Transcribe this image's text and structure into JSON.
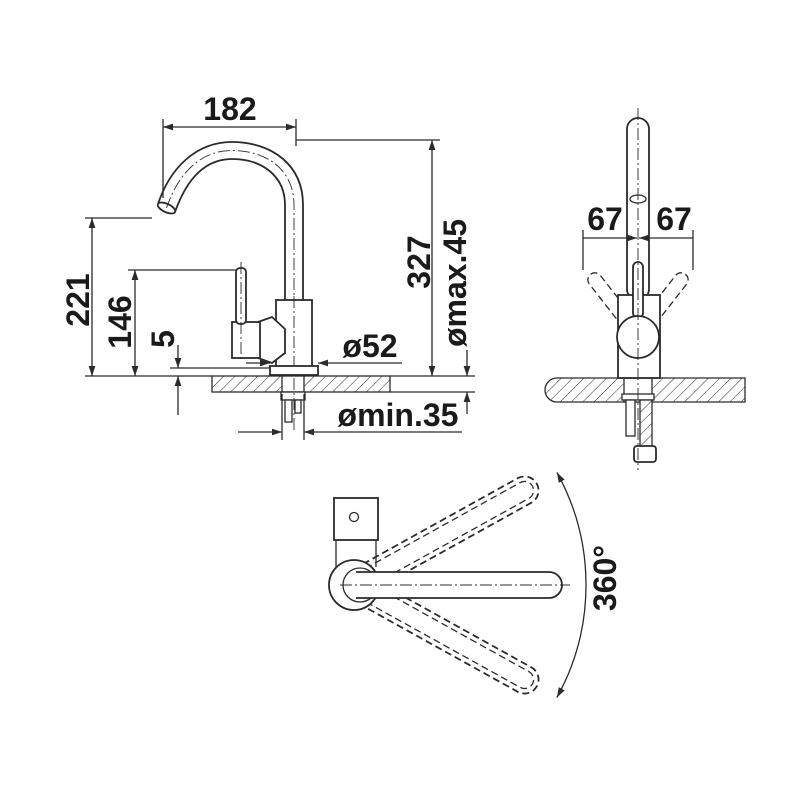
{
  "dimensions": {
    "spout_reach": "182",
    "spout_height": "221",
    "lever_height": "146",
    "base_thickness": "5",
    "overall_height": "327",
    "max_counter_thickness": "ømax.45",
    "base_diameter": "ø52",
    "min_hole_diameter": "ømin.35",
    "lever_swing_left": "67",
    "lever_swing_right": "67",
    "spout_rotation": "360°"
  },
  "colors": {
    "line": "#2b2b2b",
    "background": "#ffffff"
  }
}
